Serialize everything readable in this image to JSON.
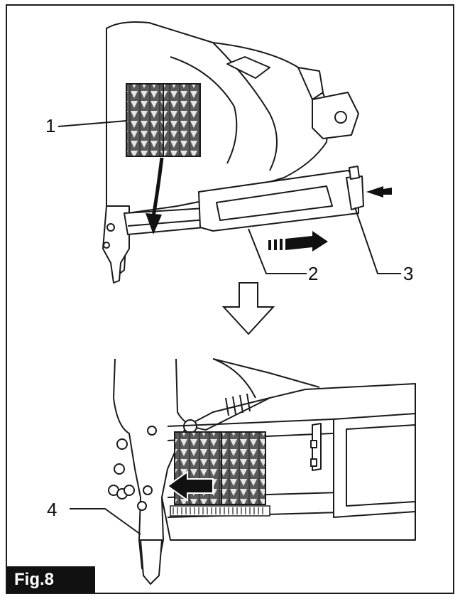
{
  "figure": {
    "tag": "Fig.8",
    "callouts": [
      "1",
      "2",
      "3",
      "4"
    ]
  },
  "colors": {
    "line": "#1a1a1a",
    "body_fill": "#ffffff",
    "nail_strip": "#4a4a4a",
    "arrow": "#111111"
  }
}
